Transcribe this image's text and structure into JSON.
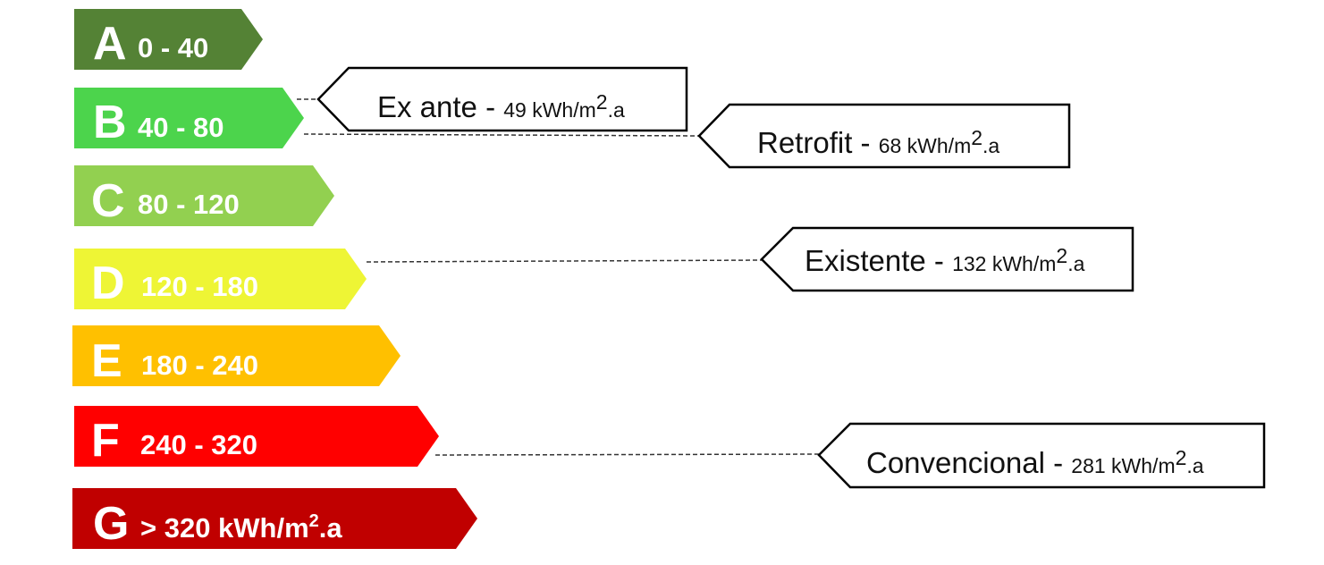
{
  "bands": [
    {
      "letter": "A",
      "range": "0 - 40",
      "color": "#548235"
    },
    {
      "letter": "B",
      "range": "40 - 80",
      "color": "#4cd44c"
    },
    {
      "letter": "C",
      "range": "80 - 120",
      "color": "#92d050"
    },
    {
      "letter": "D",
      "range": "120 - 180",
      "color": "#eef535"
    },
    {
      "letter": "E",
      "range": "180 - 240",
      "color": "#ffc000"
    },
    {
      "letter": "F",
      "range": "240 - 320",
      "color": "#ff0000"
    },
    {
      "letter": "G",
      "range": "> 320 kWh/m2.a",
      "color": "#c00000",
      "unit_base": "> 320 kWh/m",
      "unit_sup": "2",
      "unit_tail": ".a"
    }
  ],
  "tags": [
    {
      "name": "Ex ante - ",
      "value_base": "49 kWh/m",
      "value_sup": "2",
      "value_tail": ".a",
      "value": 49,
      "band": "B"
    },
    {
      "name": "Retrofit - ",
      "value_base": "68 kWh/m",
      "value_sup": "2",
      "value_tail": ".a",
      "value": 68,
      "band": "B"
    },
    {
      "name": "Existente - ",
      "value_base": "132 kWh/m",
      "value_sup": "2",
      "value_tail": ".a",
      "value": 132,
      "band": "D"
    },
    {
      "name": "Convencional - ",
      "value_base": "281 kWh/m",
      "value_sup": "2",
      "value_tail": ".a",
      "value": 281,
      "band": "F"
    }
  ]
}
